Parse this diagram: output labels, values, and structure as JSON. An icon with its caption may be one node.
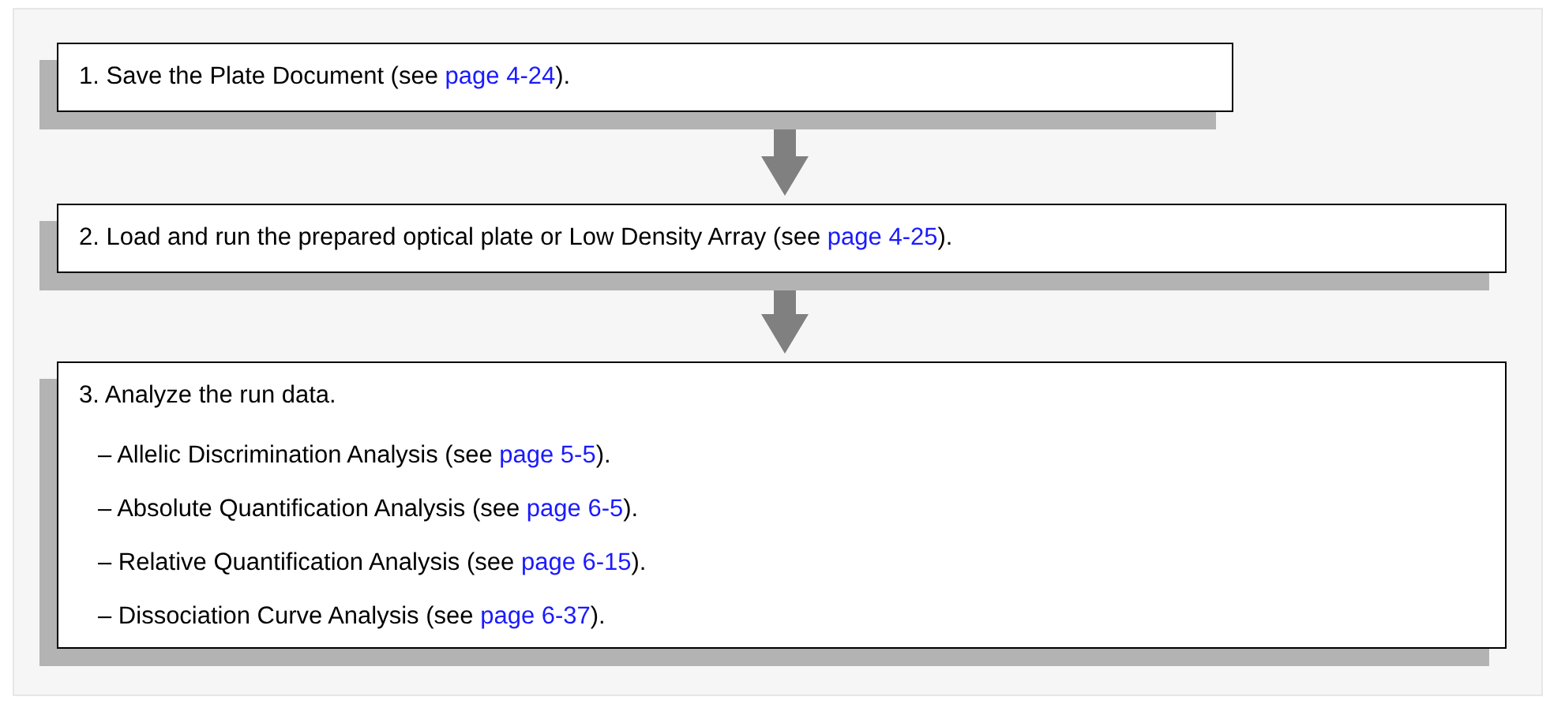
{
  "diagram": {
    "nodes": [
      {
        "text": [
          "1. Save the Plate Document (see page 4-24)."
        ]
      },
      {
        "text": [
          "2. Load and run the prepared optical plate or Low Density Array (see page 4-25)."
        ]
      },
      {
        "text": [
          "3. Analyze the run data.",
          "– Allelic Discrimination Analysis (see page 5-5).",
          "– Absolute Quantification Analysis (see page 6-5).",
          "– Relative Quantification Analysis (see page 6-15).",
          "– Dissociation Curve Analysis (see page 6-37)."
        ]
      }
    ],
    "edges": [
      {
        "from": 0,
        "to": 1,
        "arrow": "to"
      },
      {
        "from": 1,
        "to": 2,
        "arrow": "to"
      }
    ]
  }
}
